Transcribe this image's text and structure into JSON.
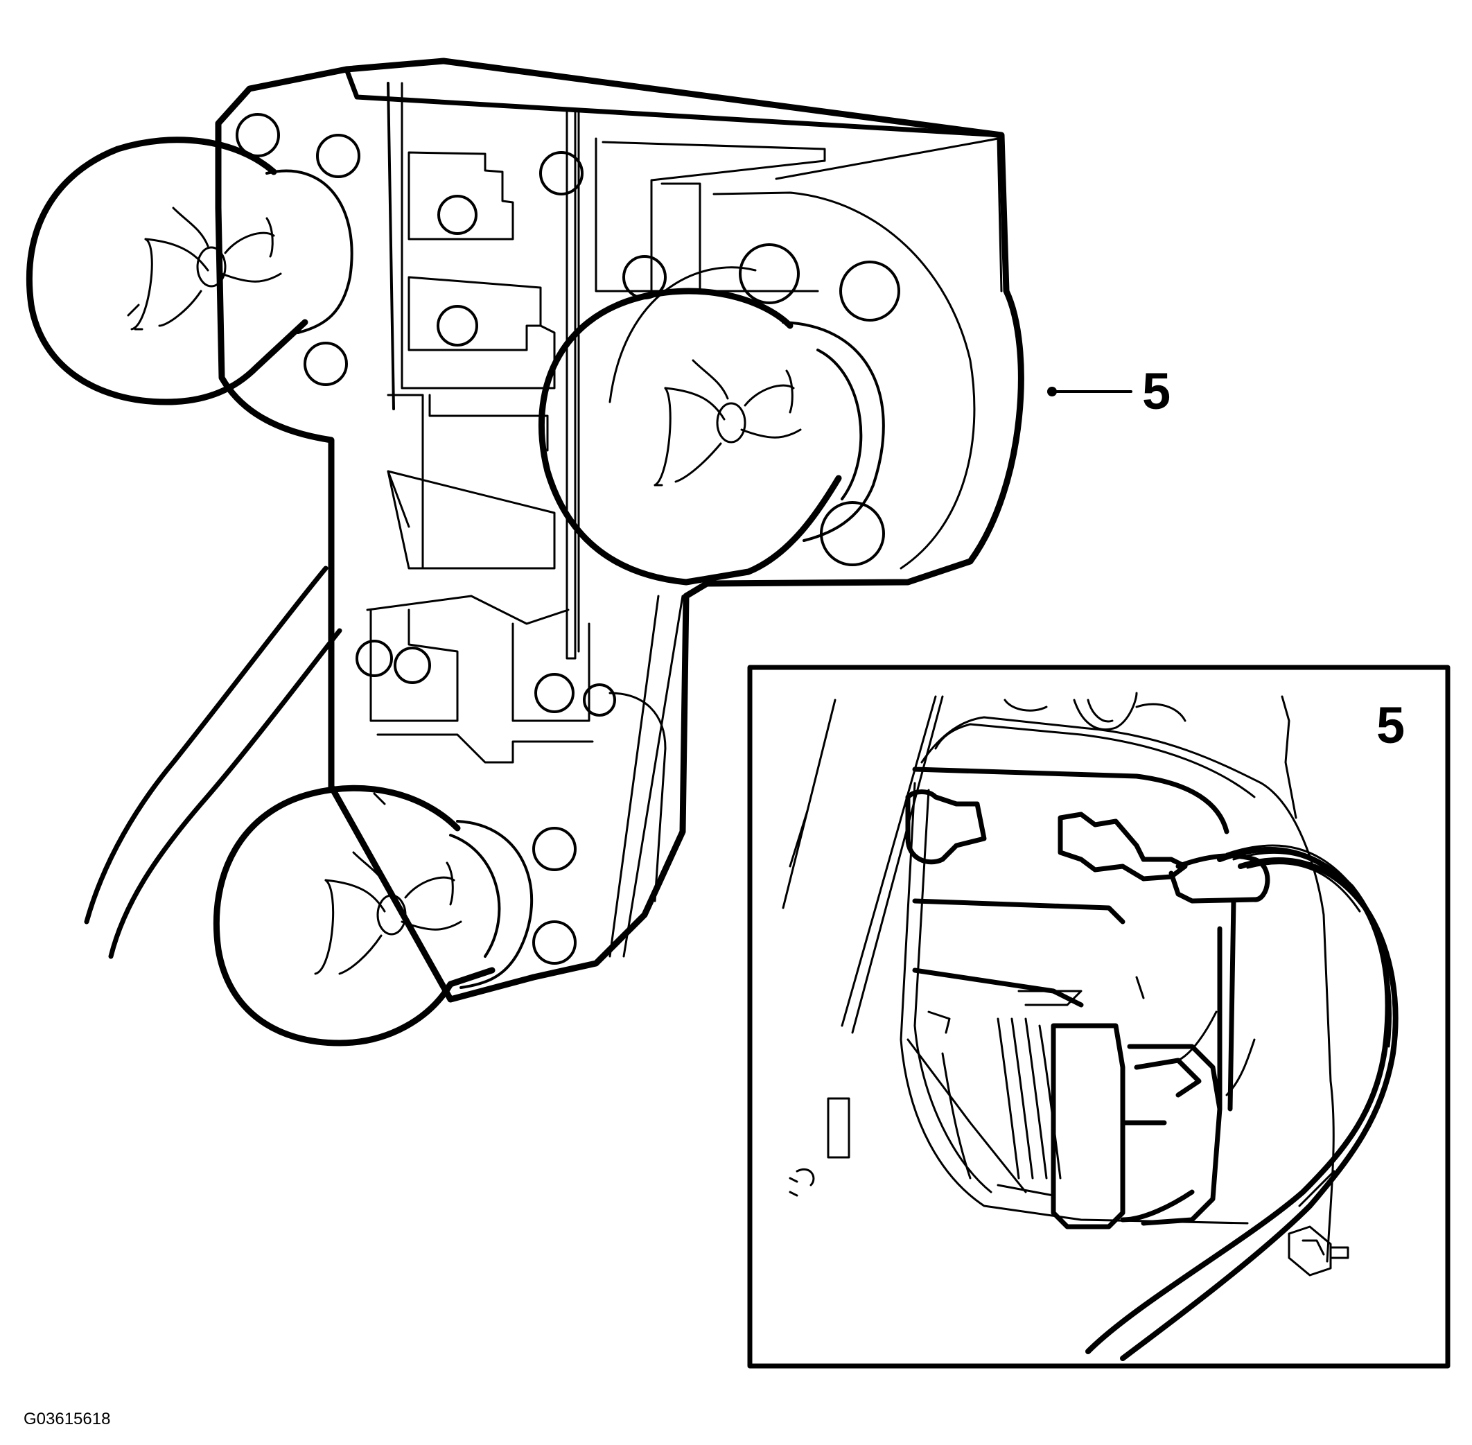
{
  "diagram": {
    "figure_id": "G03615618",
    "callouts": {
      "main": "5",
      "inset": "5"
    },
    "line_color": "#000000",
    "background_color": "#ffffff"
  }
}
